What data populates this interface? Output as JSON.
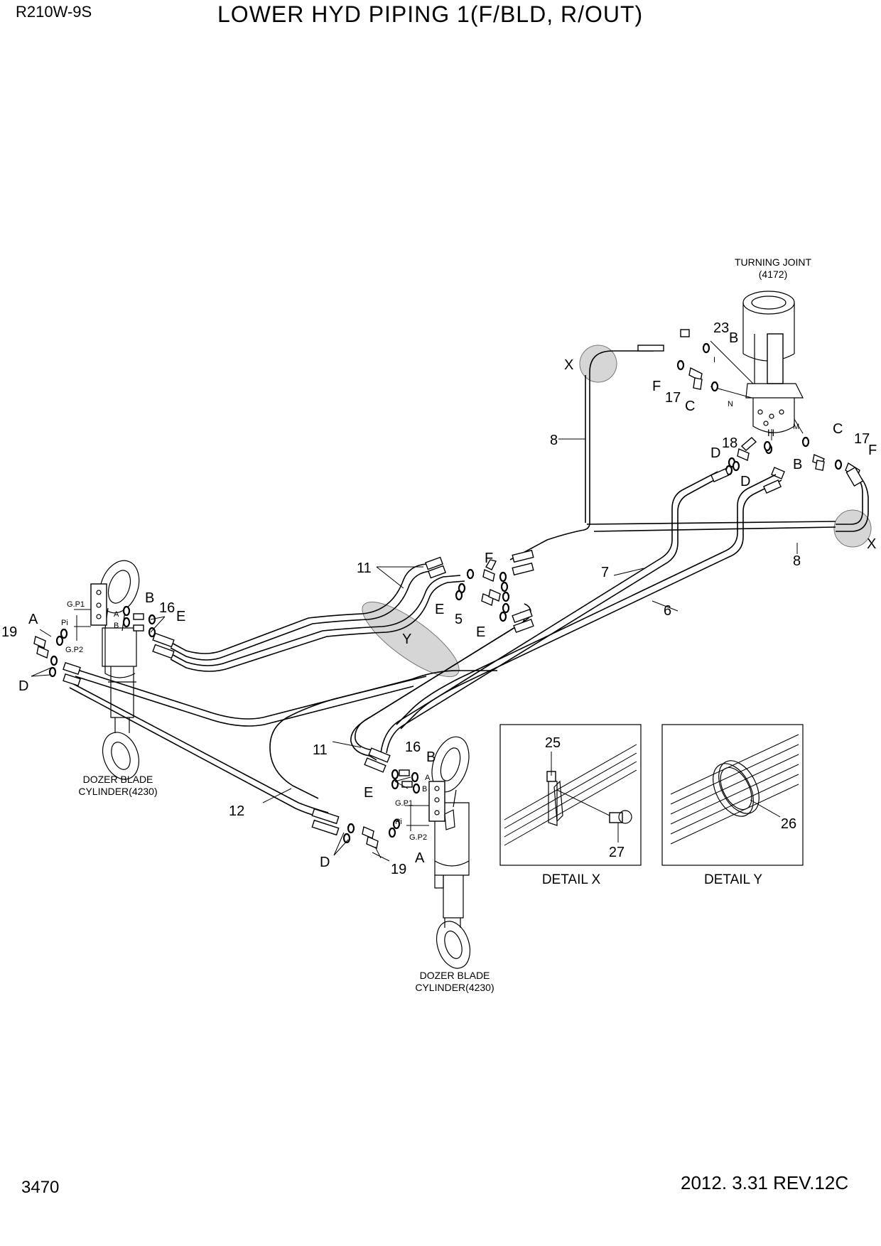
{
  "header": {
    "model": "R210W-9S",
    "title": "LOWER HYD PIPING 1(F/BLD, R/OUT)"
  },
  "footer": {
    "page_number": "3470",
    "revision": "2012. 3.31  REV.12C"
  },
  "components": {
    "turning_joint": {
      "name": "TURNING JOINT",
      "code": "(4172)"
    },
    "dozer_cylinder_left": {
      "name": "DOZER BLADE",
      "code": "CYLINDER(4230)"
    },
    "dozer_cylinder_right": {
      "name": "DOZER BLADE",
      "code": "CYLINDER(4230)"
    }
  },
  "details": {
    "x": {
      "label": "DETAIL  X",
      "parts": [
        "25",
        "27"
      ]
    },
    "y": {
      "label": "DETAIL  Y",
      "parts": [
        "26"
      ]
    }
  },
  "callouts": {
    "c23": "23",
    "c17a": "17",
    "c17b": "17",
    "c18": "18",
    "c8a": "8",
    "c8b": "8",
    "c7": "7",
    "c6": "6",
    "c11a": "11",
    "c11b": "11",
    "c5": "5",
    "c16a": "16",
    "c16b": "16",
    "c19a": "19",
    "c19b": "19",
    "c12": "12"
  },
  "port_letters": {
    "tj_B": "B",
    "tj_F": "F",
    "tj_C": "C",
    "tj_C2": "C",
    "tj_F2": "F",
    "tj_D": "D",
    "tj_D2": "D",
    "tj_B2": "B",
    "tj_I": "I",
    "tj_N": "N",
    "tj_H": "H",
    "tj_M": "M",
    "xa": "X",
    "xb": "X",
    "y": "Y",
    "mid_F": "F",
    "mid_E": "E",
    "mid_E2": "E",
    "l_A": "A",
    "l_B": "B",
    "l_E": "E",
    "l_D": "D",
    "r_B": "B",
    "r_E": "E",
    "r_A": "A",
    "r_D": "D",
    "l_GP1": "G.P1",
    "l_Pi": "Pi",
    "l_GP2": "G.P2",
    "l_pA": "A",
    "l_pB": "B",
    "r_GP1": "G.P1",
    "r_Pi": "Pi",
    "r_GP2": "G.P2",
    "r_pA": "A",
    "r_pB": "B"
  }
}
